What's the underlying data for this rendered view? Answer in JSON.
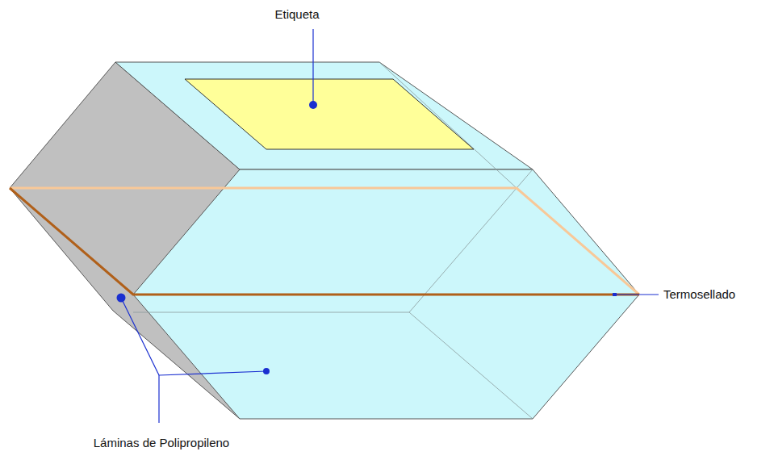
{
  "diagram": {
    "labels": [
      "Etiqueta",
      "Termosellado",
      "Láminas de Polipropileno"
    ]
  }
}
